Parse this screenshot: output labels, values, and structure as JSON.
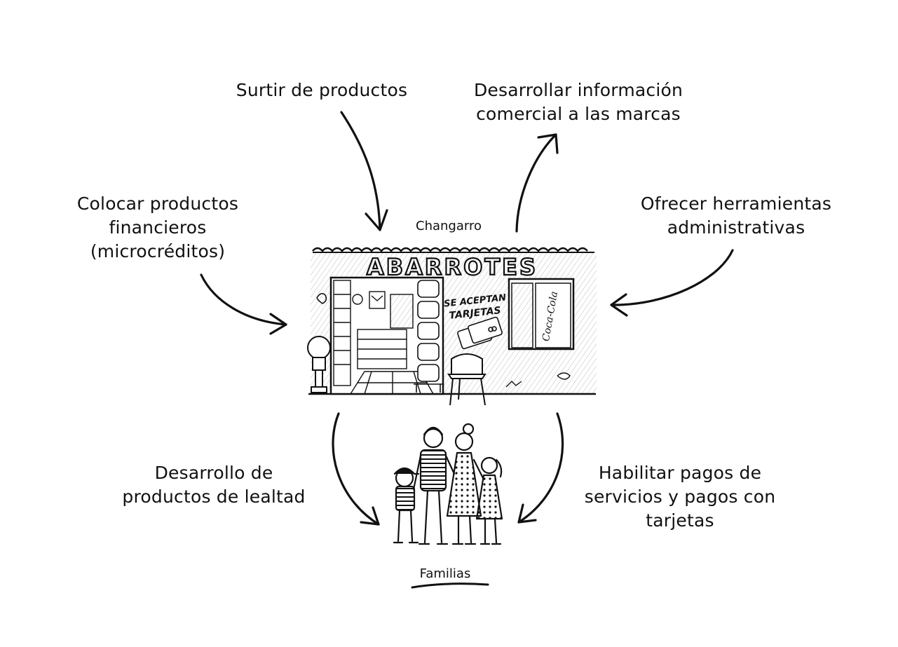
{
  "labels": {
    "top_left": "Surtir de productos",
    "top_right": [
      "Desarrollar información",
      "comercial a las marcas"
    ],
    "mid_left": [
      "Colocar productos",
      "financieros",
      "(microcréditos)"
    ],
    "mid_right": [
      "Ofrecer herramientas",
      "administrativas"
    ],
    "bottom_left": [
      "Desarrollo de",
      "productos de lealtad"
    ],
    "bottom_right": [
      "Habilitar pagos de",
      "servicios y pagos con",
      "tarjetas"
    ]
  },
  "nodes": {
    "store_caption": "Changarro",
    "family_caption": "Familias"
  },
  "store": {
    "sign": "ABARROTES",
    "card_sign": [
      "SE ACEPTAN",
      "TARJETAS"
    ],
    "fridge_brand": "Coca-Cola"
  }
}
